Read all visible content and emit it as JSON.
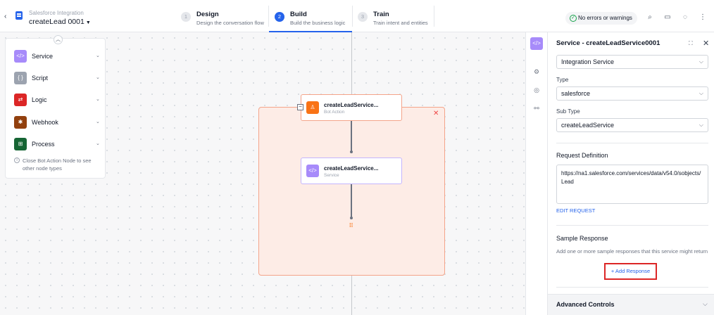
{
  "header": {
    "back_icon": "‹",
    "project_sub": "Salesforce Integration",
    "project_title": "createLead 0001",
    "steps": [
      {
        "num": "1",
        "title": "Design",
        "sub": "Design the conversation flow"
      },
      {
        "num": "2",
        "title": "Build",
        "sub": "Build the business logic"
      },
      {
        "num": "3",
        "title": "Train",
        "sub": "Train intent and entities"
      }
    ],
    "status": "No errors or warnings",
    "icons": [
      "search-icon",
      "chat-icon",
      "help-icon",
      "more-icon"
    ]
  },
  "palette": {
    "items": [
      {
        "label": "Service",
        "icon": "</>",
        "color": "#a78bfa"
      },
      {
        "label": "Script",
        "icon": "{ }",
        "color": "#9ca3af"
      },
      {
        "label": "Logic",
        "icon": "⇄",
        "color": "#dc2626"
      },
      {
        "label": "Webhook",
        "icon": "✱",
        "color": "#92400e"
      },
      {
        "label": "Process",
        "icon": "⊞",
        "color": "#166534"
      }
    ],
    "note": "Close Bot Action Node to see other node types"
  },
  "canvas": {
    "bot_node": {
      "title": "createLeadService...",
      "sub": "Bot Action",
      "color": "#f97316"
    },
    "service_node": {
      "title": "createLeadService...",
      "sub": "Service",
      "color": "#a78bfa"
    }
  },
  "panel": {
    "title": "Service - createLeadService0001",
    "integration_value": "Integration Service",
    "type_label": "Type",
    "type_value": "salesforce",
    "subtype_label": "Sub Type",
    "subtype_value": "createLeadService",
    "request_title": "Request Definition",
    "request_url": "https://na1.salesforce.com/services/data/v54.0/sobjects/Lead",
    "edit_request": "EDIT REQUEST",
    "sample_title": "Sample Response",
    "sample_desc": "Add one or more sample responses that this service might return",
    "add_response": "+ Add Response",
    "advanced": "Advanced Controls"
  }
}
